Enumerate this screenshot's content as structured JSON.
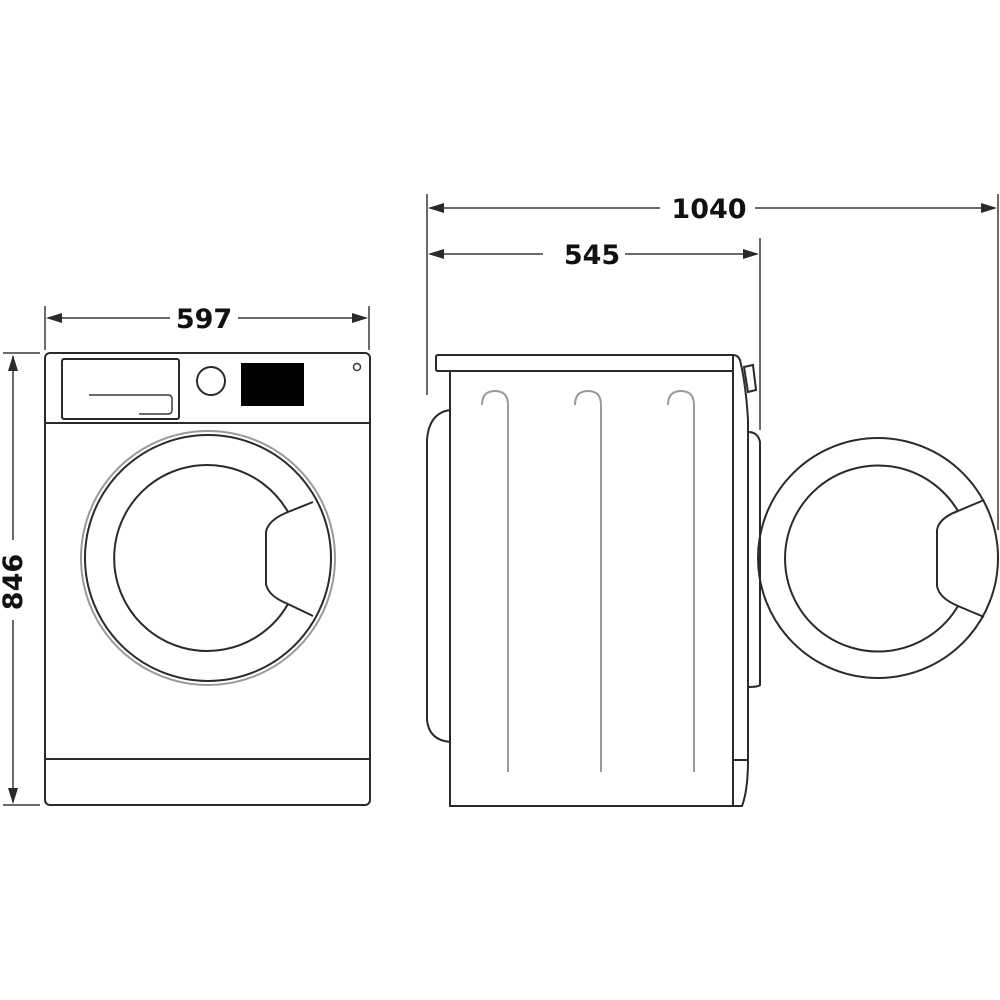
{
  "drawing": {
    "subject": "washing machine dimension drawing",
    "units": "mm",
    "views": [
      {
        "name": "front view"
      },
      {
        "name": "side view with open door"
      }
    ]
  },
  "dimensions": {
    "width": "597",
    "height": "846",
    "depth": "545",
    "depth_door_open": "1040"
  },
  "colors": {
    "line": "#2a2a2a",
    "display": "#000000",
    "background": "#ffffff"
  }
}
